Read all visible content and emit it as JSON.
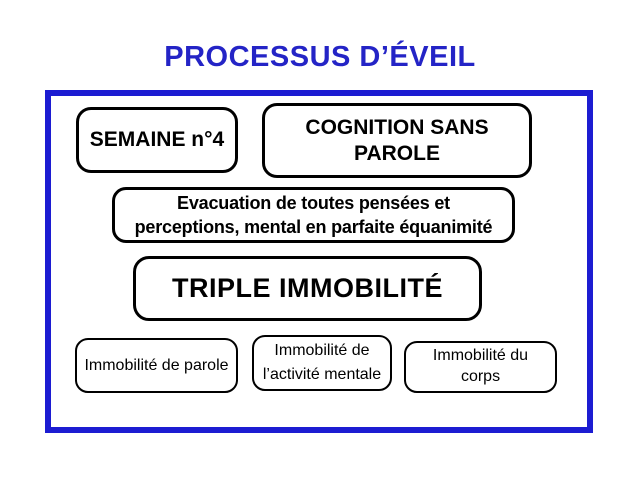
{
  "page": {
    "title": "PROCESSUS D’ÉVEIL"
  },
  "colors": {
    "title_blue": "#2424C6",
    "frame_blue": "#1C1CD2",
    "box_border": "#000000",
    "text": "#000000",
    "background": "#FFFFFF"
  },
  "diagram": {
    "boxes": [
      {
        "id": "semaine",
        "label": "SEMAINE n°4"
      },
      {
        "id": "cognition",
        "label": "COGNITION SANS\nPAROLE"
      },
      {
        "id": "evacuation",
        "label": "Evacuation de toutes pensées et\nperceptions, mental en parfaite équanimité"
      },
      {
        "id": "triple",
        "label": "TRIPLE IMMOBILITÉ"
      },
      {
        "id": "parole",
        "label": "Immobilité de parole"
      },
      {
        "id": "mentale",
        "label": "Immobilité de\nl’activité mentale"
      },
      {
        "id": "corps",
        "label": "Immobilité du\ncorps"
      }
    ]
  }
}
